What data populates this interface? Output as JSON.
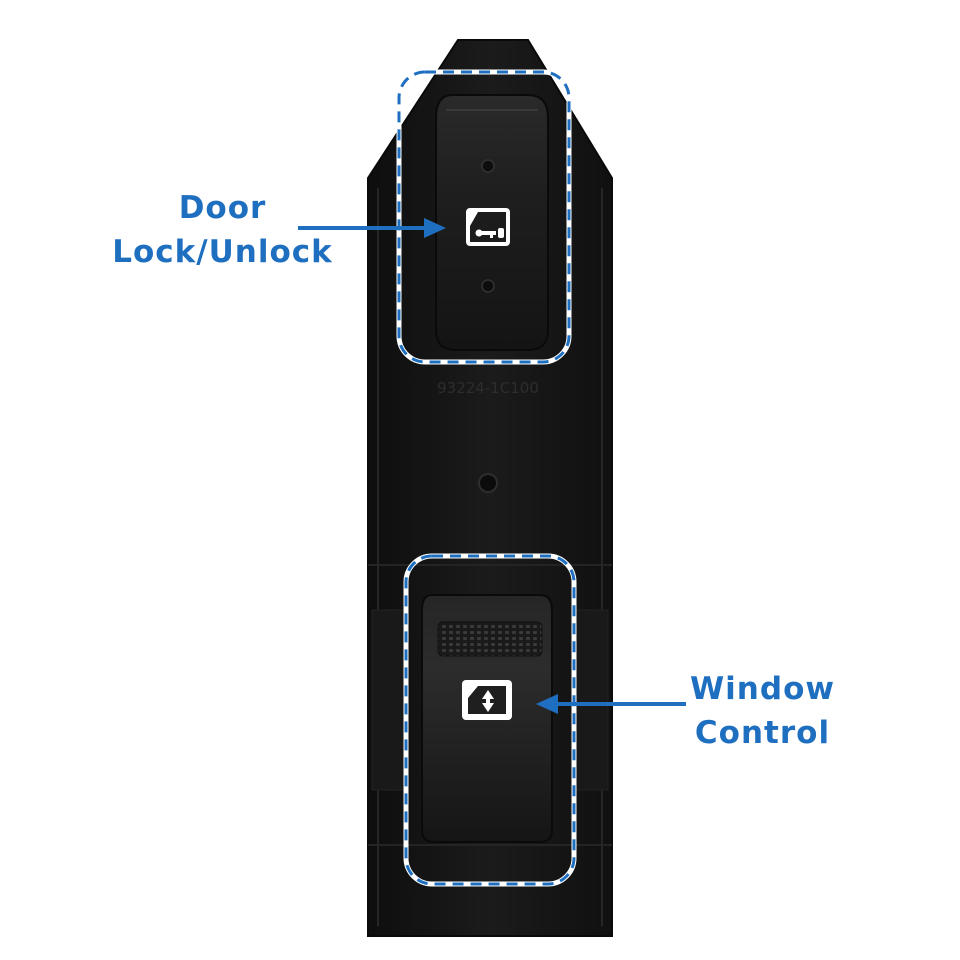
{
  "colors": {
    "background": "#ffffff",
    "housing": "#141414",
    "button": "#1c1c1c",
    "callout_blue": "#1f6fc0"
  },
  "callouts": {
    "door": {
      "line1": "Door",
      "line2": "Lock/Unlock"
    },
    "window": {
      "line1": "Window",
      "line2": "Control"
    }
  },
  "icons": {
    "door_lock_button": "door-key-icon",
    "window_control_button": "window-arrows-icon"
  },
  "part_number_text": "93224-1C100"
}
